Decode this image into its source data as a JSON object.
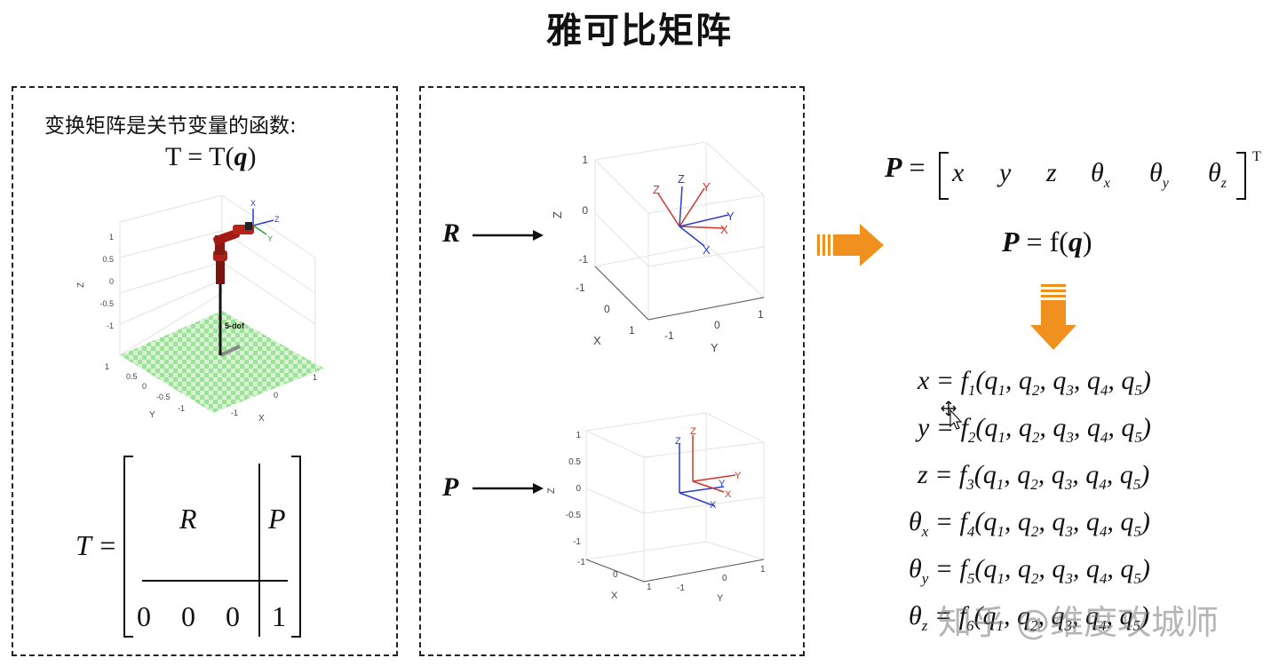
{
  "title": "雅可比矩阵",
  "left_panel": {
    "caption": "变换矩阵是关节变量的函数:",
    "eq_lhs": "T = T(",
    "eq_q": "q",
    "eq_rhs": ")",
    "robot_label": "5-dof",
    "robot_plot": {
      "z_ticks": [
        "1",
        "0.5",
        "0",
        "-0.5",
        "-1"
      ],
      "y_ticks": [
        "1",
        "0.5",
        "0",
        "-0.5",
        "-1"
      ],
      "x_ticks": [
        "-1",
        "0",
        "1"
      ],
      "z_label": "Z",
      "y_label": "Y",
      "x_label": "X",
      "frame_labels": [
        "X",
        "Z",
        "Y"
      ]
    },
    "matrix": {
      "lhs": "T =",
      "R": "R",
      "P": "P",
      "zeros": [
        "0",
        "0",
        "0"
      ],
      "one": "1"
    }
  },
  "middle_panel": {
    "R_label": "R",
    "P_label": "P",
    "plot_top": {
      "z_ticks": [
        "1",
        "0",
        "-1"
      ],
      "x_ticks": [
        "-1",
        "0",
        "1"
      ],
      "y_ticks": [
        "-1",
        "0",
        "1"
      ],
      "z_label": "Z",
      "x_label": "X",
      "y_label": "Y",
      "frame_labels": [
        "Z",
        "Z",
        "Y",
        "Y",
        "X",
        "X"
      ]
    },
    "plot_bottom": {
      "z_ticks": [
        "1",
        "0.5",
        "0",
        "-0.5",
        "-1"
      ],
      "x_ticks": [
        "-1",
        "0",
        "1"
      ],
      "y_ticks": [
        "-1",
        "0",
        "1"
      ],
      "z_label": "Z",
      "x_label": "X",
      "y_label": "Y",
      "frame_labels": [
        "Z",
        "Z",
        "Y",
        "Y",
        "X",
        "X"
      ]
    }
  },
  "right": {
    "P_symbol": "P",
    "P_vec": [
      "x",
      "y",
      "z",
      "θ",
      "θ",
      "θ"
    ],
    "P_vec_subs": [
      "",
      "",
      "",
      "x",
      "y",
      "z"
    ],
    "transpose": "T",
    "Pf": {
      "P": "P",
      "f": "= f(",
      "q": "q",
      "close": ")"
    },
    "equations": [
      {
        "lhs": "x",
        "lhs_sub": "",
        "f_sub": "1"
      },
      {
        "lhs": "y",
        "lhs_sub": "",
        "f_sub": "2"
      },
      {
        "lhs": "z",
        "lhs_sub": "",
        "f_sub": "3"
      },
      {
        "lhs": "θ",
        "lhs_sub": "x",
        "f_sub": "4"
      },
      {
        "lhs": "θ",
        "lhs_sub": "y",
        "f_sub": "5"
      },
      {
        "lhs": "θ",
        "lhs_sub": "z",
        "f_sub": "6"
      }
    ],
    "q_subs": [
      "1",
      "2",
      "3",
      "4",
      "5"
    ]
  },
  "watermark": "知乎 @维度攻城师",
  "colors": {
    "arrow_orange": "#F0901E",
    "axis_red": "#D2342A",
    "axis_blue": "#2B3FC8",
    "ground_green": "#9EE29A"
  }
}
